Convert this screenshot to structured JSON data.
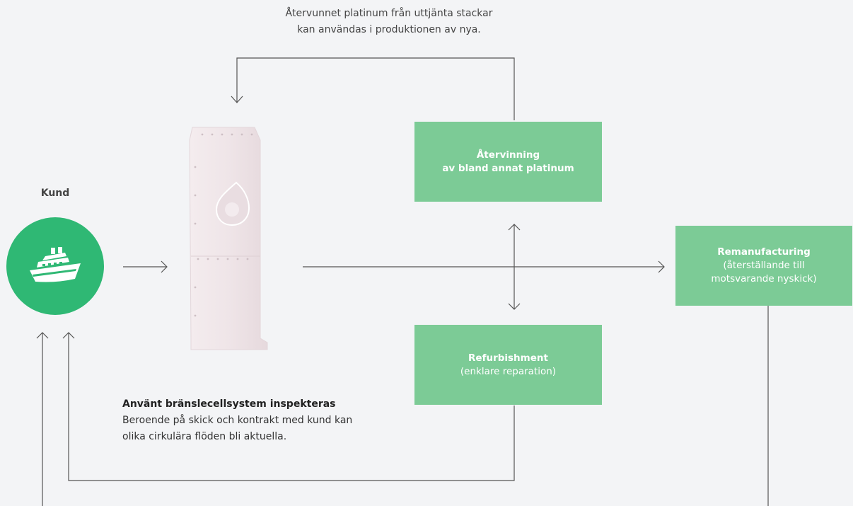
{
  "top_note": {
    "line1": "Återvunnet platinum från uttjänta stackar",
    "line2": "kan användas i produktionen av nya."
  },
  "customer": {
    "label": "Kund",
    "icon": "ship-icon",
    "color": "#2fb874"
  },
  "boxes": {
    "atervinning": {
      "title": "Återvinning",
      "subtitle": "av bland annat platinum"
    },
    "refurbishment": {
      "title": "Refurbishment",
      "subtitle": "(enklare reparation)"
    },
    "remanufacturing": {
      "title": "Remanufacturing",
      "subtitle_line1": "(återställande till",
      "subtitle_line2": "motsvarande nyskick)"
    }
  },
  "description": {
    "title": "Använt bränslecellsystem inspekteras",
    "body_line1": "Beroende på skick och kontrakt med kund kan",
    "body_line2": "olika cirkulära flöden bli aktuella."
  },
  "colors": {
    "box_fill": "#7ccb96",
    "line": "#555555",
    "background": "#f3f4f6"
  }
}
